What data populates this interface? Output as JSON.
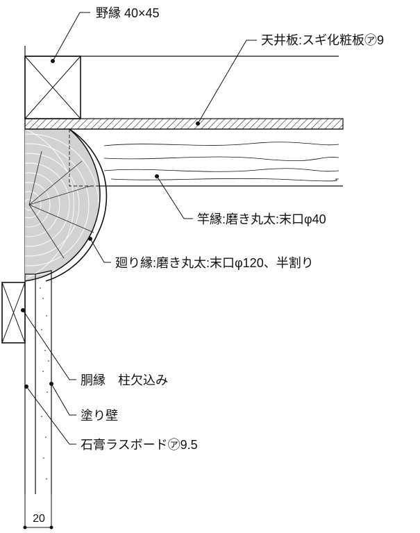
{
  "labels": {
    "nobuchi": "野縁 40×45",
    "tenjoban": "天井板:スギ化粧板㋐9",
    "saobuchi": "竿縁:磨き丸太:末口φ40",
    "mawaribuchi": "廻り縁:磨き丸太:末口φ120、半割り",
    "dobuchi": "胴縁　柱欠込み",
    "nurikabe": "塗り壁",
    "sekkou": "石膏ラスボード㋐9.5"
  },
  "dimension": {
    "value": "20"
  },
  "colors": {
    "line": "#111111",
    "wood_fill": "#d2d2d2",
    "paper": "#ffffff"
  }
}
